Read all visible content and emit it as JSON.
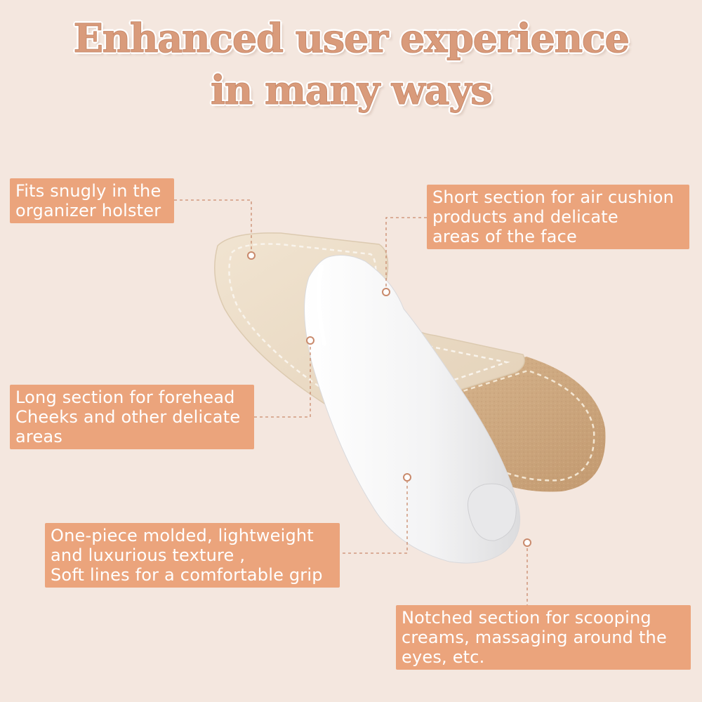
{
  "title": {
    "line1": "Enhanced user experience",
    "line2": "in many ways"
  },
  "callouts": {
    "holster": {
      "lines": [
        "Fits snugly in the",
        "organizer holster"
      ]
    },
    "short_section": {
      "lines": [
        "Short section for air cushion",
        "products and delicate",
        "areas of the face"
      ]
    },
    "long_section": {
      "lines": [
        "Long section for forehead",
        "Cheeks and other delicate",
        "areas"
      ]
    },
    "molded": {
      "lines": [
        "One-piece molded, lightweight",
        "and luxurious texture ,",
        "Soft lines for a comfortable grip"
      ]
    },
    "notched": {
      "lines": [
        "Notched section for scooping",
        "creams, massaging around the",
        "eyes, etc."
      ]
    }
  },
  "colors": {
    "background": "#f4e7df",
    "title_fill": "#d99b7b",
    "label_bg": "#eba47c",
    "leader": "#c98a6c",
    "holster_leather": "#ebdcc6",
    "holster_back": "#c9a47c",
    "spatula": "#f4f4f5"
  }
}
